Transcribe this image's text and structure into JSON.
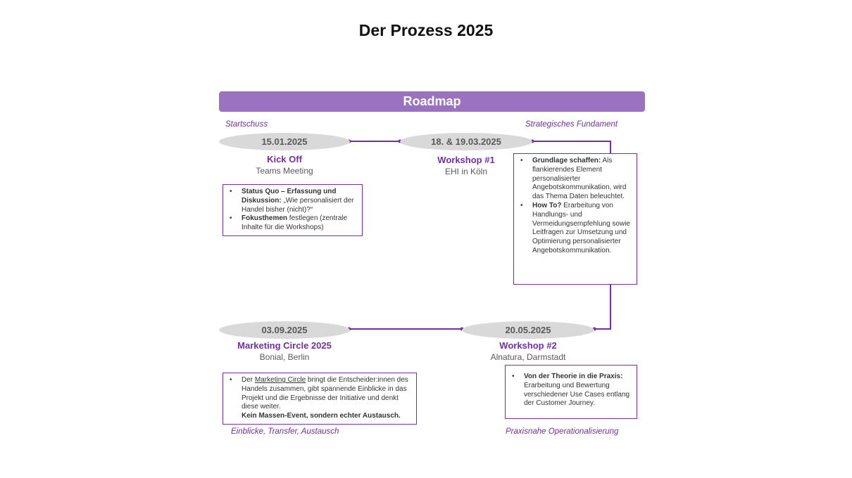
{
  "title": "Der Prozess 2025",
  "banner": "Roadmap",
  "colors": {
    "accent": "#7030a0",
    "banner": "#9b72bf",
    "pill": "#d9d9d9"
  },
  "tags": {
    "startschuss": "Startschuss",
    "strategisch": "Strategisches Fundament",
    "einblicke": "Einblicke, Transfer, Austausch",
    "praxisnahe": "Praxisnahe Operationalisierung"
  },
  "events": {
    "kickoff": {
      "date": "15.01.2025",
      "title": "Kick Off",
      "sub": "Teams Meeting"
    },
    "ws1": {
      "date": "18. & 19.03.2025",
      "title": "Workshop #1",
      "sub": "EHI in Köln"
    },
    "ws2": {
      "date": "20.05.2025",
      "title": "Workshop #2",
      "sub": "Alnatura, Darmstadt"
    },
    "mc": {
      "date": "03.09.2025",
      "title": "Marketing Circle 2025",
      "sub": "Bonial, Berlin"
    }
  },
  "boxes": {
    "kickoff": {
      "b1_bold": "Status Quo – Erfassung und Diskussion:",
      "b1_text": " „Wie personalisiert der Handel bisher (nicht)?“",
      "b2_bold": "Fokusthemen",
      "b2_text": " festlegen (zentrale Inhalte für die Workshops)"
    },
    "ws1": {
      "b1_bold": "Grundlage schaffen:",
      "b1_text": " Als flankierendes Element personalisierter Angebotskommunikation, wird das Thema Daten beleuchtet.",
      "b2_bold": "How To?",
      "b2_text": " Erarbeitung von Handlungs- und Vermeidungsempfehlung sowie Leitfragen zur Umsetzung und Optimierung personalisierter Angebotskommunikation."
    },
    "ws2": {
      "b1_bold": "Von der Theorie in die Praxis:",
      "b1_text": " Erarbeitung und Bewertung verschiedener Use Cases entlang der Customer Journey."
    },
    "mc": {
      "b1_pre": "Der ",
      "b1_link": "Marketing Circle",
      "b1_text": " bringt die Entscheider:innen des Handels zusammen, gibt spannende Einblicke in das Projekt und die Ergebnisse der Initiative und denkt diese weiter.",
      "b1_bold": "Kein Massen-Event, sondern echter Austausch."
    }
  }
}
